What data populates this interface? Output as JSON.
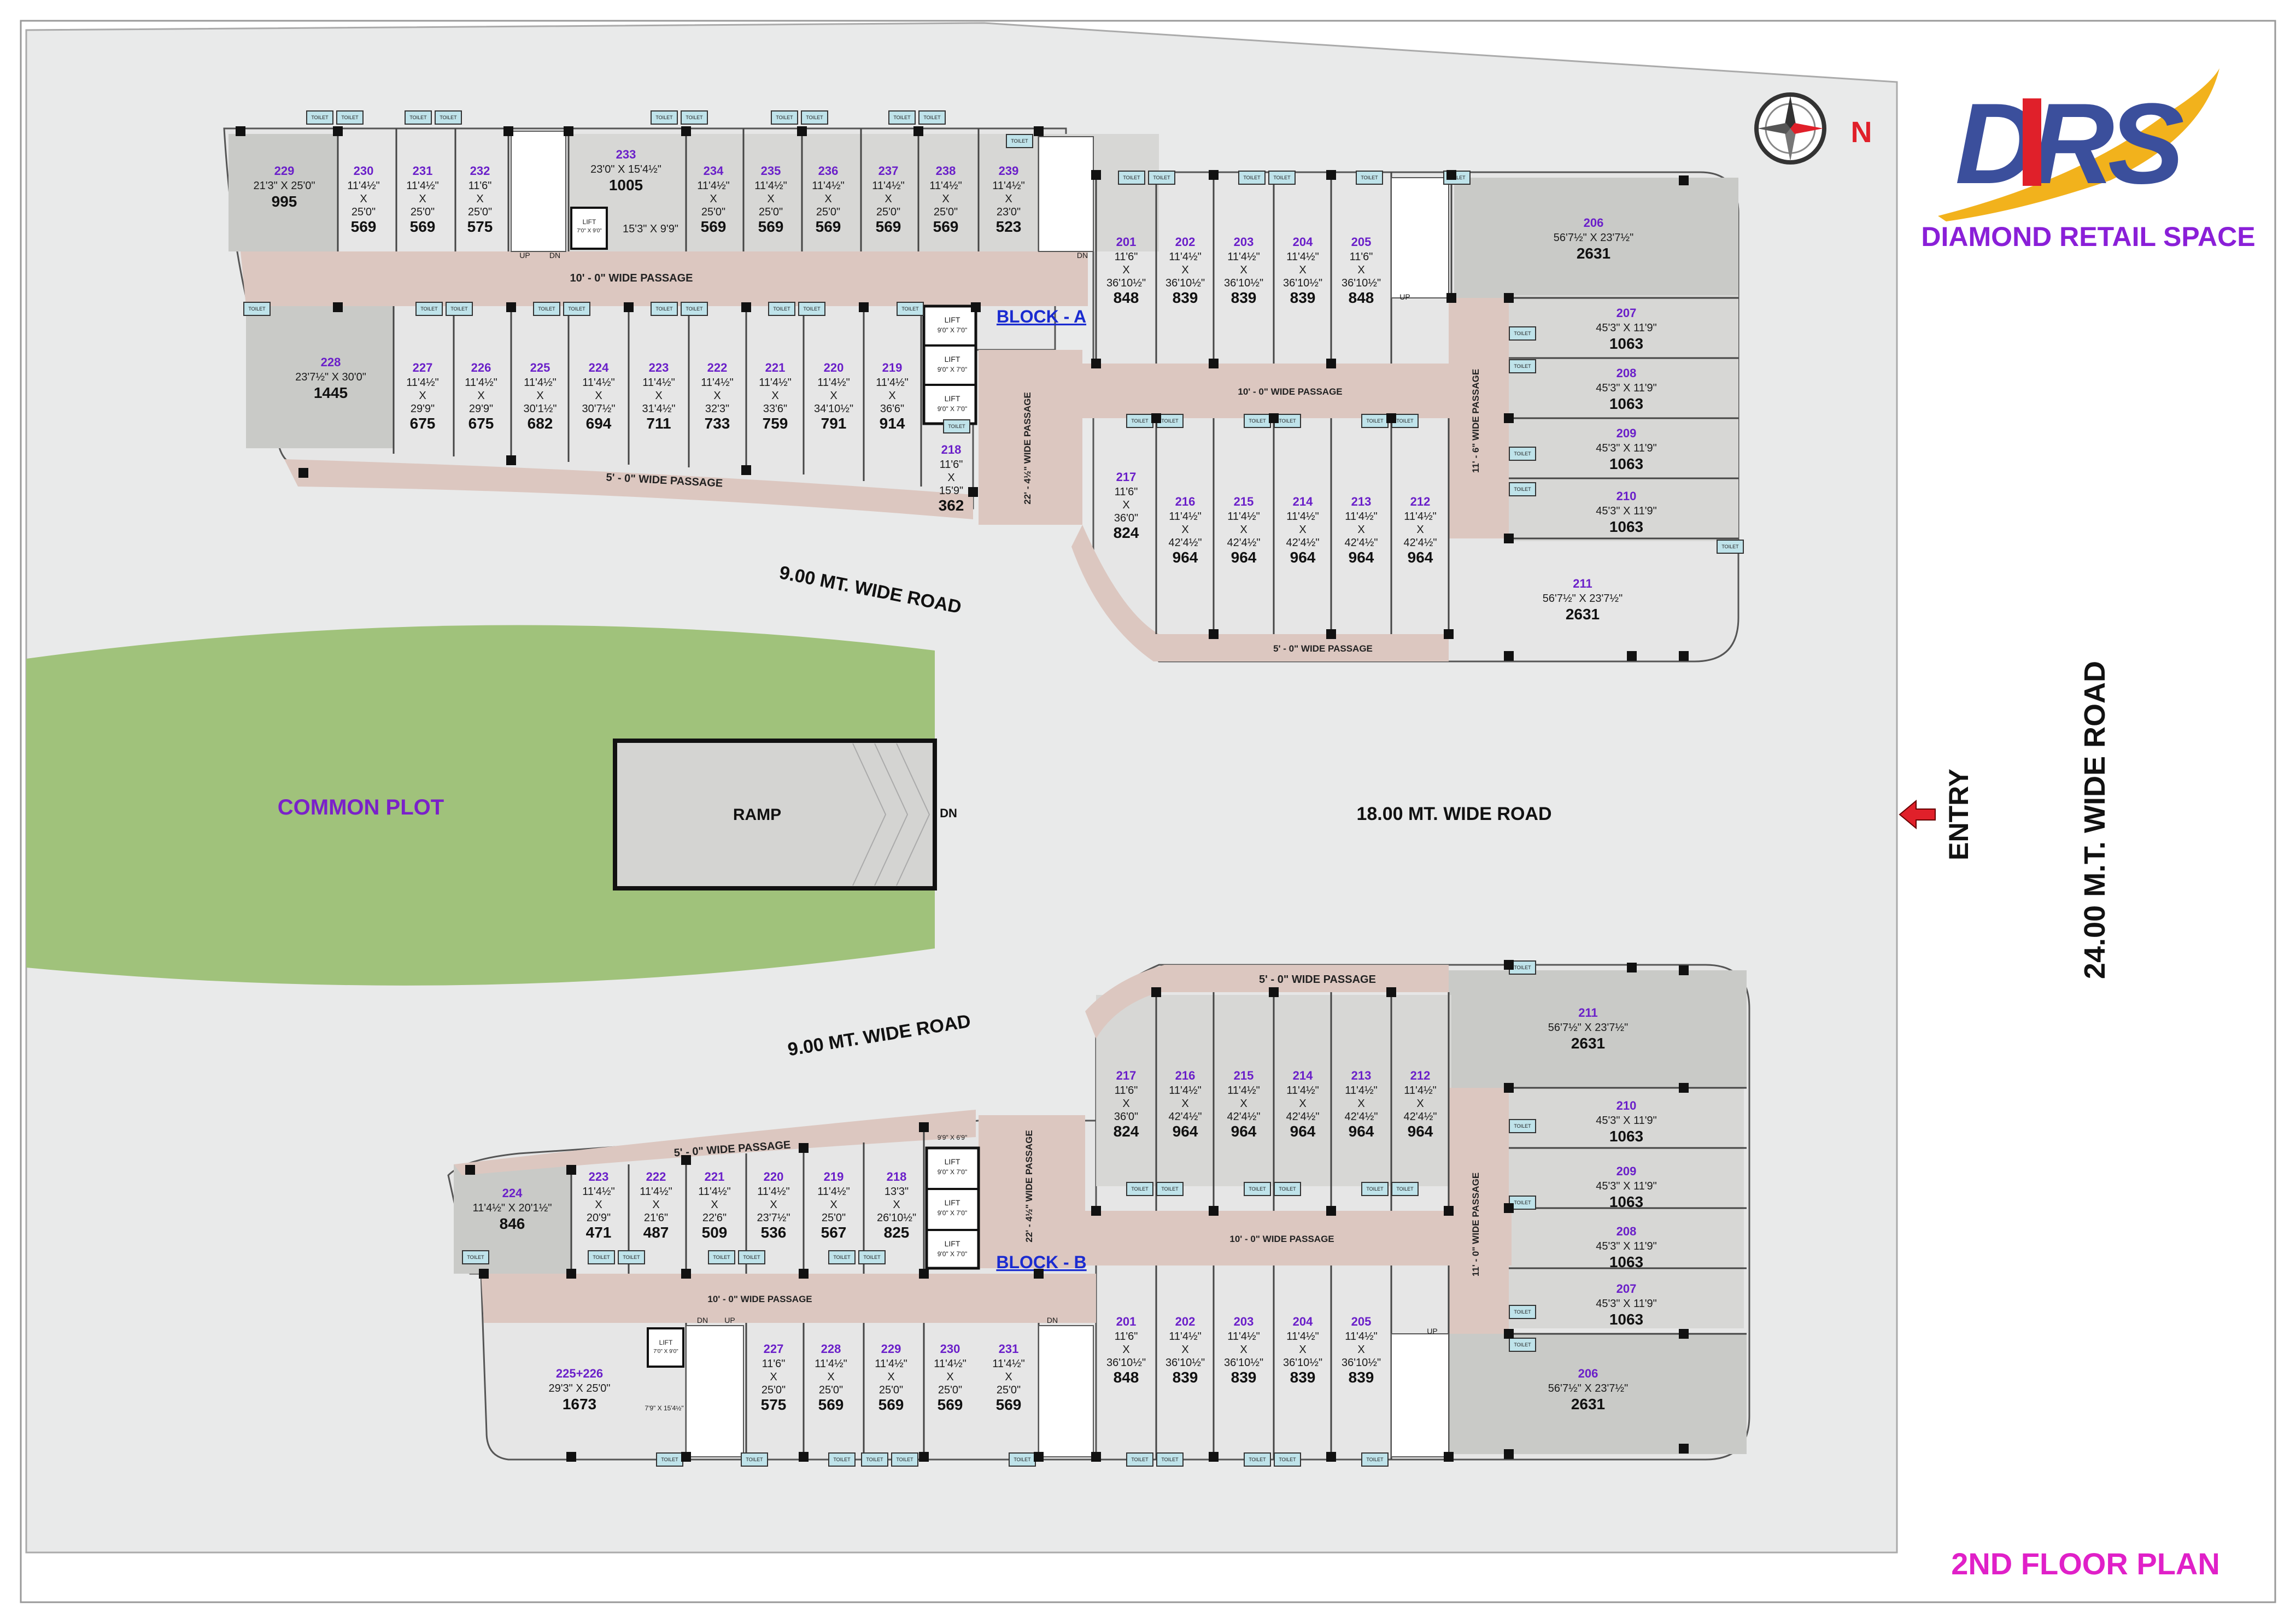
{
  "brand": {
    "logo_text": "DRS",
    "name": "DIAMOND RETAIL SPACE",
    "colors": {
      "logo_blue": "#3b4f9c",
      "logo_red": "#e0202a",
      "logo_gold": "#f2b21c",
      "name_purple": "#8a1fd8"
    }
  },
  "compass": {
    "icon": "compass-icon",
    "label": "N"
  },
  "plan_title": "2ND FLOOR PLAN",
  "plan_title_color": "#e020c8",
  "roads": {
    "main_road": "24.00 M.T. WIDE ROAD",
    "center_road": "18.00 MT. WIDE ROAD",
    "road_a": "9.00 MT. WIDE ROAD",
    "road_b": "9.00 MT. WIDE ROAD",
    "entry": "ENTRY"
  },
  "site": {
    "common_plot": "COMMON PLOT",
    "ramp": "RAMP",
    "ramp_dn": "DN",
    "colors": {
      "common_plot": "#a0c27b",
      "common_plot_text": "#7a21c9",
      "passage": "#dcc7c0",
      "unit": "#e6e6e6",
      "unit_dark": "#c9cac7"
    }
  },
  "common": {
    "toilet": "TOILET",
    "lift": "LIFT",
    "lift_size": "9'0\" X 7'0\"",
    "up": "UP",
    "dn": "DN",
    "x": "X"
  },
  "block_a": {
    "label": "BLOCK - A",
    "passages": {
      "top": "10' - 0\" WIDE PASSAGE",
      "bottom": "5' - 0\" WIDE PASSAGE",
      "mid": "10' - 0\" WIDE PASSAGE",
      "vertical": "22' - 4½\" WIDE PASSAGE",
      "right": "11' - 6\" WIDE PASSAGE",
      "lower_right": "5' - 0\" WIDE PASSAGE"
    },
    "small_lift": {
      "label": "LIFT",
      "size": "7'0\" X 9'0\""
    },
    "extra_dim": "15'3\" X 9'9\"",
    "units": [
      {
        "no": "229",
        "d1": "21'3\" X 25'0\"",
        "area": "995"
      },
      {
        "no": "230",
        "w": "11'4½\"",
        "d": "25'0\"",
        "area": "569"
      },
      {
        "no": "231",
        "w": "11'4½\"",
        "d": "25'0\"",
        "area": "569"
      },
      {
        "no": "232",
        "w": "11'6\"",
        "d": "25'0\"",
        "area": "575"
      },
      {
        "no": "233",
        "d1": "23'0\" X 15'4½\"",
        "area": "1005"
      },
      {
        "no": "234",
        "w": "11'4½\"",
        "d": "25'0\"",
        "area": "569"
      },
      {
        "no": "235",
        "w": "11'4½\"",
        "d": "25'0\"",
        "area": "569"
      },
      {
        "no": "236",
        "w": "11'4½\"",
        "d": "25'0\"",
        "area": "569"
      },
      {
        "no": "237",
        "w": "11'4½\"",
        "d": "25'0\"",
        "area": "569"
      },
      {
        "no": "238",
        "w": "11'4½\"",
        "d": "25'0\"",
        "area": "569"
      },
      {
        "no": "239",
        "w": "11'4½\"",
        "d": "23'0\"",
        "area": "523"
      },
      {
        "no": "228",
        "d1": "23'7½\" X 30'0\"",
        "area": "1445"
      },
      {
        "no": "227",
        "w": "11'4½\"",
        "d": "29'9\"",
        "area": "675"
      },
      {
        "no": "226",
        "w": "11'4½\"",
        "d": "29'9\"",
        "area": "675"
      },
      {
        "no": "225",
        "w": "11'4½\"",
        "d": "30'1½\"",
        "area": "682"
      },
      {
        "no": "224",
        "w": "11'4½\"",
        "d": "30'7½\"",
        "area": "694"
      },
      {
        "no": "223",
        "w": "11'4½\"",
        "d": "31'4½\"",
        "area": "711"
      },
      {
        "no": "222",
        "w": "11'4½\"",
        "d": "32'3\"",
        "area": "733"
      },
      {
        "no": "221",
        "w": "11'4½\"",
        "d": "33'6\"",
        "area": "759"
      },
      {
        "no": "220",
        "w": "11'4½\"",
        "d": "34'10½\"",
        "area": "791"
      },
      {
        "no": "219",
        "w": "11'4½\"",
        "d": "36'6\"",
        "area": "914"
      },
      {
        "no": "218",
        "w": "11'6\"",
        "d": "15'9\"",
        "area": "362"
      },
      {
        "no": "201",
        "w": "11'6\"",
        "d": "36'10½\"",
        "area": "848"
      },
      {
        "no": "202",
        "w": "11'4½\"",
        "d": "36'10½\"",
        "area": "839"
      },
      {
        "no": "203",
        "w": "11'4½\"",
        "d": "36'10½\"",
        "area": "839"
      },
      {
        "no": "204",
        "w": "11'4½\"",
        "d": "36'10½\"",
        "area": "839"
      },
      {
        "no": "205",
        "w": "11'6\"",
        "d": "36'10½\"",
        "area": "848"
      },
      {
        "no": "217",
        "w": "11'6\"",
        "d": "36'0\"",
        "area": "824"
      },
      {
        "no": "216",
        "w": "11'4½\"",
        "d": "42'4½\"",
        "area": "964"
      },
      {
        "no": "215",
        "w": "11'4½\"",
        "d": "42'4½\"",
        "area": "964"
      },
      {
        "no": "214",
        "w": "11'4½\"",
        "d": "42'4½\"",
        "area": "964"
      },
      {
        "no": "213",
        "w": "11'4½\"",
        "d": "42'4½\"",
        "area": "964"
      },
      {
        "no": "212",
        "w": "11'4½\"",
        "d": "42'4½\"",
        "area": "964"
      },
      {
        "no": "206",
        "d1": "56'7½\" X 23'7½\"",
        "area": "2631"
      },
      {
        "no": "207",
        "d1": "45'3\" X 11'9\"",
        "area": "1063"
      },
      {
        "no": "208",
        "d1": "45'3\" X 11'9\"",
        "area": "1063"
      },
      {
        "no": "209",
        "d1": "45'3\" X 11'9\"",
        "area": "1063"
      },
      {
        "no": "210",
        "d1": "45'3\" X 11'9\"",
        "area": "1063"
      },
      {
        "no": "211",
        "d1": "56'7½\" X 23'7½\"",
        "area": "2631"
      }
    ]
  },
  "block_b": {
    "label": "BLOCK - B",
    "passages": {
      "top": "5' - 0\" WIDE PASSAGE",
      "left_upper": "5' - 0\" WIDE PASSAGE",
      "mid": "10' - 0\" WIDE PASSAGE",
      "lower": "10' - 0\" WIDE PASSAGE",
      "vertical": "22' - 4½\" WIDE PASSAGE",
      "right": "11' - 0\" WIDE PASSAGE"
    },
    "small_lift": {
      "label": "LIFT",
      "size": "7'0\" X 9'0\""
    },
    "extra_dim": "7'9\" X 15'4½\"",
    "lift_top_dim": "9'9\" X 6'9\"",
    "units": [
      {
        "no": "211",
        "d1": "56'7½\" X 23'7½\"",
        "area": "2631"
      },
      {
        "no": "217",
        "w": "11'6\"",
        "d": "36'0\"",
        "area": "824"
      },
      {
        "no": "216",
        "w": "11'4½\"",
        "d": "42'4½\"",
        "area": "964"
      },
      {
        "no": "215",
        "w": "11'4½\"",
        "d": "42'4½\"",
        "area": "964"
      },
      {
        "no": "214",
        "w": "11'4½\"",
        "d": "42'4½\"",
        "area": "964"
      },
      {
        "no": "213",
        "w": "11'4½\"",
        "d": "42'4½\"",
        "area": "964"
      },
      {
        "no": "212",
        "w": "11'4½\"",
        "d": "42'4½\"",
        "area": "964"
      },
      {
        "no": "210",
        "d1": "45'3\" X 11'9\"",
        "area": "1063"
      },
      {
        "no": "209",
        "d1": "45'3\" X 11'9\"",
        "area": "1063"
      },
      {
        "no": "208",
        "d1": "45'3\" X 11'9\"",
        "area": "1063"
      },
      {
        "no": "207",
        "d1": "45'3\" X 11'9\"",
        "area": "1063"
      },
      {
        "no": "206",
        "d1": "56'7½\" X 23'7½\"",
        "area": "2631"
      },
      {
        "no": "224",
        "d1": "11'4½\" X 20'1½\"",
        "area": "846"
      },
      {
        "no": "223",
        "w": "11'4½\"",
        "d": "20'9\"",
        "area": "471"
      },
      {
        "no": "222",
        "w": "11'4½\"",
        "d": "21'6\"",
        "area": "487"
      },
      {
        "no": "221",
        "w": "11'4½\"",
        "d": "22'6\"",
        "area": "509"
      },
      {
        "no": "220",
        "w": "11'4½\"",
        "d": "23'7½\"",
        "area": "536"
      },
      {
        "no": "219",
        "w": "11'4½\"",
        "d": "25'0\"",
        "area": "567"
      },
      {
        "no": "218",
        "w": "13'3\"",
        "d": "26'10½\"",
        "area": "825"
      },
      {
        "no": "225+226",
        "d1": "29'3\" X 25'0\"",
        "area": "1673"
      },
      {
        "no": "227",
        "w": "11'6\"",
        "d": "25'0\"",
        "area": "575"
      },
      {
        "no": "228",
        "w": "11'4½\"",
        "d": "25'0\"",
        "area": "569"
      },
      {
        "no": "229",
        "w": "11'4½\"",
        "d": "25'0\"",
        "area": "569"
      },
      {
        "no": "230",
        "w": "11'4½\"",
        "d": "25'0\"",
        "area": "569"
      },
      {
        "no": "231",
        "w": "11'4½\"",
        "d": "25'0\"",
        "area": "569"
      },
      {
        "no": "201",
        "w": "11'6\"",
        "d": "36'10½\"",
        "area": "848"
      },
      {
        "no": "202",
        "w": "11'4½\"",
        "d": "36'10½\"",
        "area": "839"
      },
      {
        "no": "203",
        "w": "11'4½\"",
        "d": "36'10½\"",
        "area": "839"
      },
      {
        "no": "204",
        "w": "11'4½\"",
        "d": "36'10½\"",
        "area": "839"
      },
      {
        "no": "205",
        "w": "11'4½\"",
        "d": "36'10½\"",
        "area": "839"
      }
    ]
  }
}
